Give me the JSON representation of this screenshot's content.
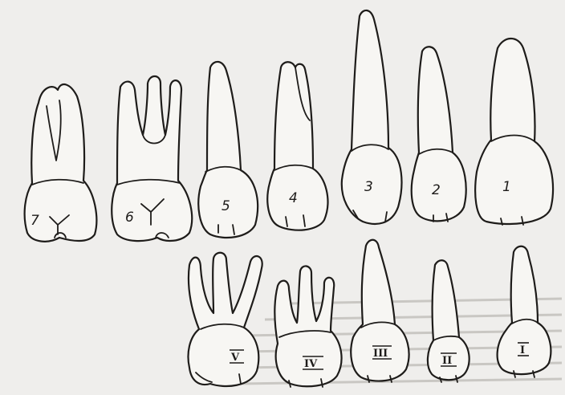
{
  "permanent_teeth": [
    {
      "id": "7",
      "label": "7"
    },
    {
      "id": "6",
      "label": "6"
    },
    {
      "id": "5",
      "label": "5"
    },
    {
      "id": "4",
      "label": "4"
    },
    {
      "id": "3",
      "label": "3"
    },
    {
      "id": "2",
      "label": "2"
    },
    {
      "id": "1",
      "label": "1"
    }
  ],
  "deciduous_teeth": [
    {
      "id": "V",
      "label": "V"
    },
    {
      "id": "IV",
      "label": "IV"
    },
    {
      "id": "III",
      "label": "III"
    },
    {
      "id": "II",
      "label": "II"
    },
    {
      "id": "I",
      "label": "I"
    }
  ],
  "colors": {
    "ink": "#1e1c1a",
    "paper": "#efeeec",
    "tooth_fill": "#f7f6f3"
  }
}
